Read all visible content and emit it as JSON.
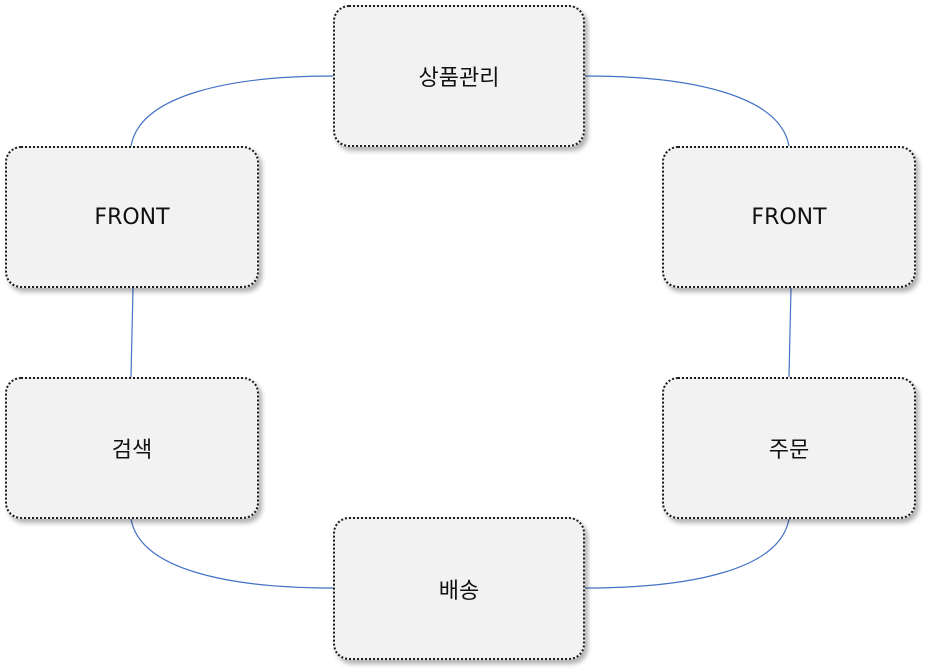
{
  "diagram": {
    "nodes": {
      "top": "상품관리",
      "left_upper": "FRONT",
      "right_upper": "FRONT",
      "left_lower": "검색",
      "right_lower": "주문",
      "bottom": "배송"
    },
    "connector_color": "#4472c4",
    "node_fill": "#f2f2f2"
  }
}
